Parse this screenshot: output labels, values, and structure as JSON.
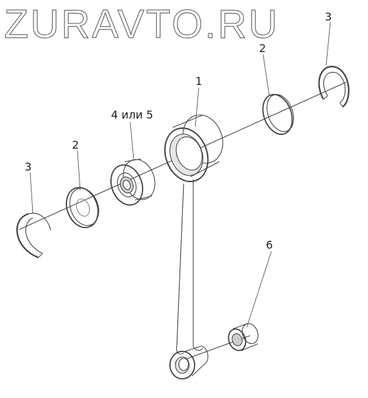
{
  "watermark": {
    "text": "ZURAVTO.RU"
  },
  "parts": [
    {
      "id": "1",
      "label": "1",
      "part": "connecting-rod"
    },
    {
      "id": "2a",
      "label": "2",
      "part": "washer"
    },
    {
      "id": "2b",
      "label": "2",
      "part": "washer"
    },
    {
      "id": "3a",
      "label": "3",
      "part": "retaining-ring"
    },
    {
      "id": "3b",
      "label": "3",
      "part": "retaining-ring"
    },
    {
      "id": "45",
      "label": "4 или 5",
      "part": "bearing"
    },
    {
      "id": "6",
      "label": "6",
      "part": "bushing"
    }
  ],
  "colors": {
    "line": "#444444",
    "fill": "#ffffff",
    "shade": "#cfcfcf"
  }
}
